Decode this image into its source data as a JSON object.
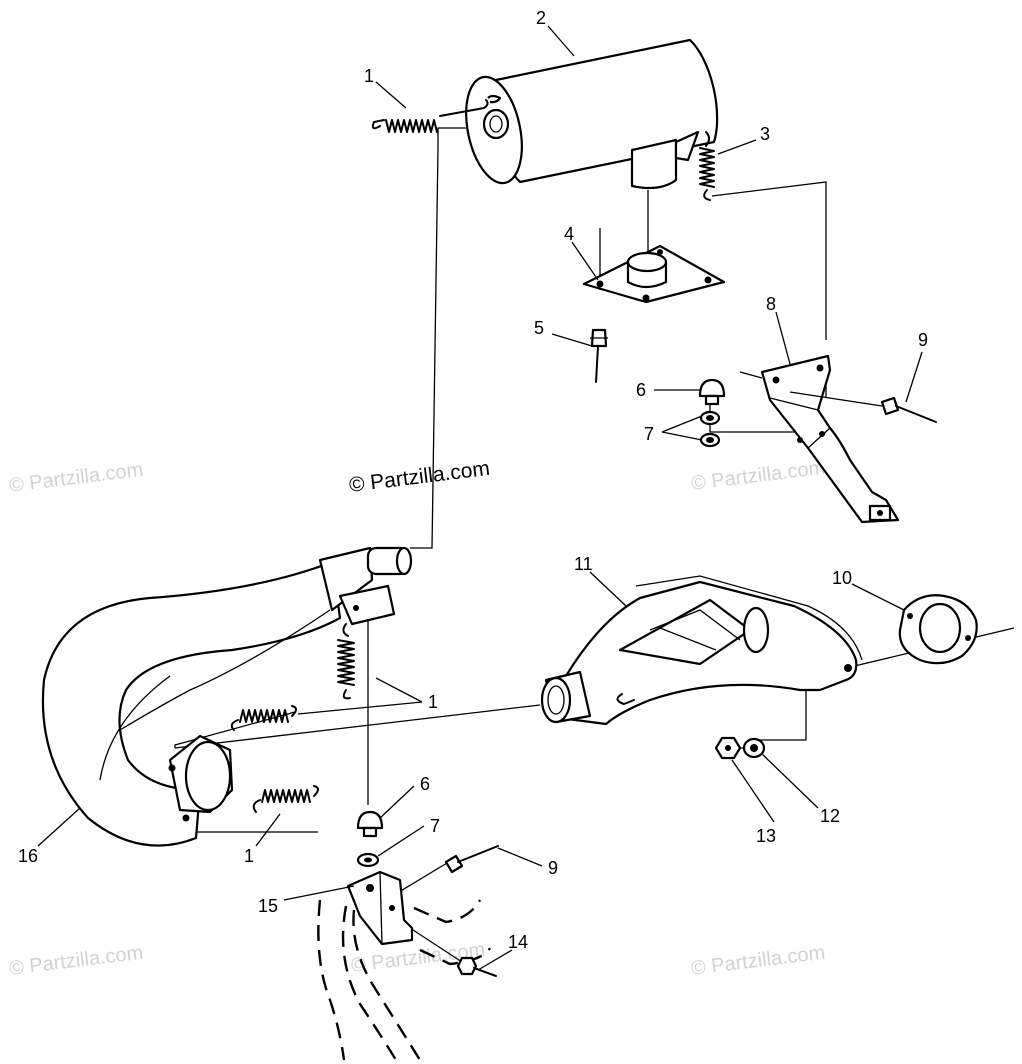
{
  "diagram": {
    "copyright": "© Partzilla.com",
    "watermark": "© Partzilla.com",
    "callouts": {
      "c1_top": "1",
      "c2": "2",
      "c3": "3",
      "c4": "4",
      "c5": "5",
      "c6_top": "6",
      "c7_top": "7",
      "c8": "8",
      "c9_top": "9",
      "c10": "10",
      "c11": "11",
      "c1_mid": "1",
      "c6_low": "6",
      "c7_low": "7",
      "c9_low": "9",
      "c12": "12",
      "c13": "13",
      "c14": "14",
      "c15": "15",
      "c16": "16",
      "c1_low": "1"
    }
  }
}
